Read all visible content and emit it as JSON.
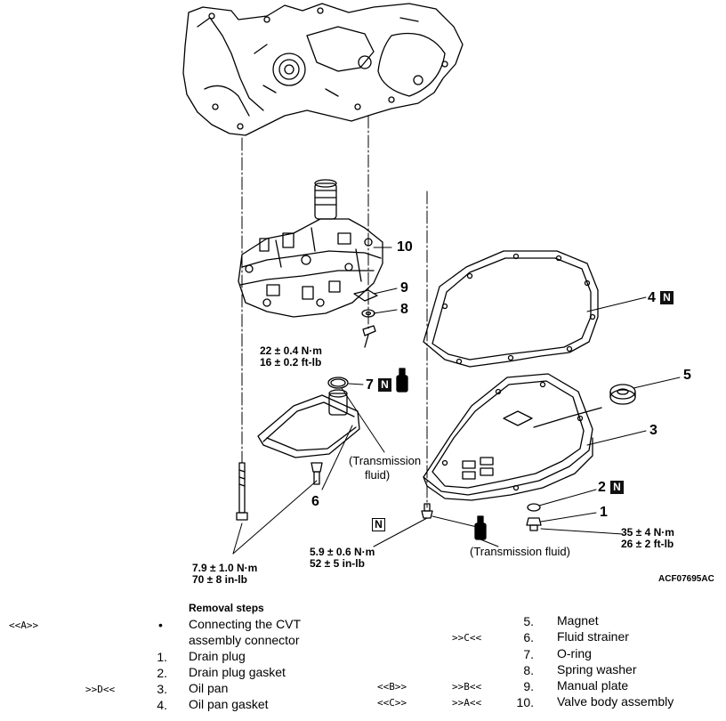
{
  "callouts": {
    "c10": "10",
    "c9": "9",
    "c8": "8",
    "c7": "7",
    "c6": "6",
    "c5": "5",
    "c4": "4",
    "c3": "3",
    "c2": "2",
    "c1": "1"
  },
  "badges": {
    "replace_symbol": "N"
  },
  "torques": {
    "valve_bolt_nm": "22 ± 0.4 N·m",
    "valve_bolt_ftlb": "16 ± 0.2 ft-lb",
    "strainer_bolt_nm": "7.9 ± 1.0 N·m",
    "strainer_bolt_inlb": "70 ± 8 in-lb",
    "pan_bolt_nm": "5.9 ± 0.6 N·m",
    "pan_bolt_inlb": "52 ± 5 in-lb",
    "drain_plug_nm": "35 ± 4 N·m",
    "drain_plug_ftlb": "26 ± 2 ft-lb"
  },
  "notes": {
    "trans_fluid_line1": "(Transmission",
    "trans_fluid_line2": "fluid)",
    "trans_fluid_single": "(Transmission fluid)"
  },
  "figure_code": "ACF07695AC",
  "removal": {
    "title": "Removal steps",
    "left_steps": [
      {
        "tag": "<<A>>",
        "ref": "",
        "num": "•",
        "text_line1": "Connecting the CVT",
        "text_line2": "assembly connector"
      },
      {
        "tag": "",
        "ref": "",
        "num": "1.",
        "text_line1": "Drain plug"
      },
      {
        "tag": "",
        "ref": "",
        "num": "2.",
        "text_line1": "Drain plug gasket"
      },
      {
        "tag": "",
        "ref": ">>D<<",
        "num": "3.",
        "text_line1": "Oil pan"
      },
      {
        "tag": "",
        "ref": "",
        "num": "4.",
        "text_line1": "Oil pan gasket"
      }
    ],
    "right_steps": [
      {
        "tag": "",
        "ref": "",
        "num": "5.",
        "text": "Magnet"
      },
      {
        "tag": "",
        "ref": ">>C<<",
        "num": "6.",
        "text": "Fluid strainer"
      },
      {
        "tag": "",
        "ref": "",
        "num": "7.",
        "text": "O-ring"
      },
      {
        "tag": "",
        "ref": "",
        "num": "8.",
        "text": "Spring washer"
      },
      {
        "tag": "<<B>>",
        "ref": ">>B<<",
        "num": "9.",
        "text": "Manual plate"
      },
      {
        "tag": "<<C>>",
        "ref": ">>A<<",
        "num": "10.",
        "text": "Valve body assembly"
      }
    ]
  }
}
